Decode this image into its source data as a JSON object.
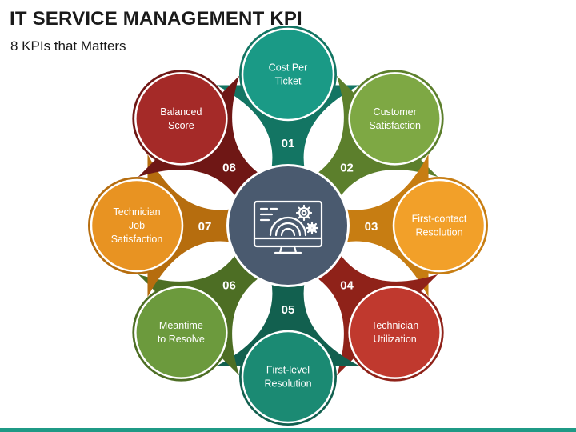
{
  "header": {
    "title": "IT SERVICE MANAGEMENT KPI",
    "subtitle": "8 KPIs that Matters"
  },
  "center": {
    "icon": "monitor-dashboard-gears-icon",
    "color": "#4a5a6f"
  },
  "kpis": [
    {
      "number": "01",
      "lines": [
        "Cost Per",
        "Ticket"
      ],
      "color": "#1a9a86",
      "dark": "#137563"
    },
    {
      "number": "02",
      "lines": [
        "Customer",
        "Satisfaction"
      ],
      "color": "#7ea844",
      "dark": "#5c7f2c"
    },
    {
      "number": "03",
      "lines": [
        "First-contact",
        "Resolution"
      ],
      "color": "#f2a029",
      "dark": "#c77d12"
    },
    {
      "number": "04",
      "lines": [
        "Technician",
        "Utilization"
      ],
      "color": "#c0392e",
      "dark": "#8f2219"
    },
    {
      "number": "05",
      "lines": [
        "First-level",
        "Resolution"
      ],
      "color": "#1b8a73",
      "dark": "#12604f"
    },
    {
      "number": "06",
      "lines": [
        "Meantime",
        "to Resolve"
      ],
      "color": "#6c9a3d",
      "dark": "#4d6e24"
    },
    {
      "number": "07",
      "lines": [
        "Technician",
        "Job",
        "Satisfaction"
      ],
      "color": "#e89322",
      "dark": "#b66d0e"
    },
    {
      "number": "08",
      "lines": [
        "Balanced",
        "Score"
      ],
      "color": "#a52a28",
      "dark": "#6f1715"
    }
  ],
  "colors": {
    "bottom_bar": "#1f9a86"
  }
}
